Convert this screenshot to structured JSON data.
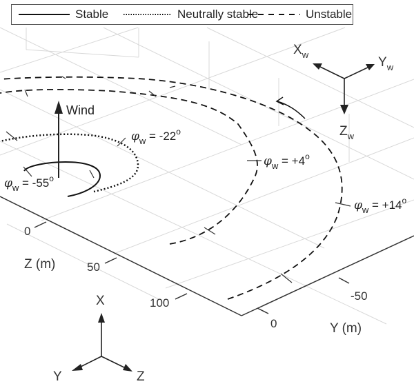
{
  "chart_data": {
    "type": "line",
    "title": "",
    "projection": "3d-isometric",
    "legend": {
      "placement": "top",
      "entries": [
        {
          "label": "Stable",
          "style": "solid"
        },
        {
          "label": "Neutrally stable",
          "style": "dotted"
        },
        {
          "label": "Unstable",
          "style": "dashed"
        }
      ]
    },
    "axes": {
      "z": {
        "label": "Z (m)",
        "ticks": [
          "0",
          "50",
          "100"
        ]
      },
      "y": {
        "label": "Y (m)",
        "ticks": [
          "0",
          "-50"
        ]
      }
    },
    "annotations": {
      "wind_label": "Wind",
      "phi_labels": [
        {
          "symbol": "φ",
          "sub": "w",
          "text": " = -55",
          "deg": "o"
        },
        {
          "symbol": "φ",
          "sub": "w",
          "text": " = -22",
          "deg": "o"
        },
        {
          "symbol": "φ",
          "sub": "w",
          "text": " = +4",
          "deg": "o"
        },
        {
          "symbol": "φ",
          "sub": "w",
          "text": " = +14",
          "deg": "o"
        }
      ]
    },
    "wind_frame": {
      "x": "X",
      "y": "Y",
      "z": "Z",
      "sub": "w"
    },
    "body_frame": {
      "x": "X",
      "y": "Y",
      "z": "Z"
    },
    "series": [
      {
        "name": "Stable",
        "phi_w_deg": -55,
        "style": "solid"
      },
      {
        "name": "Neutrally stable",
        "phi_w_deg": -22,
        "style": "dotted"
      },
      {
        "name": "Unstable",
        "phi_w_deg": 4,
        "style": "dashed"
      },
      {
        "name": "Unstable",
        "phi_w_deg": 14,
        "style": "dashed"
      }
    ],
    "grid": true
  }
}
